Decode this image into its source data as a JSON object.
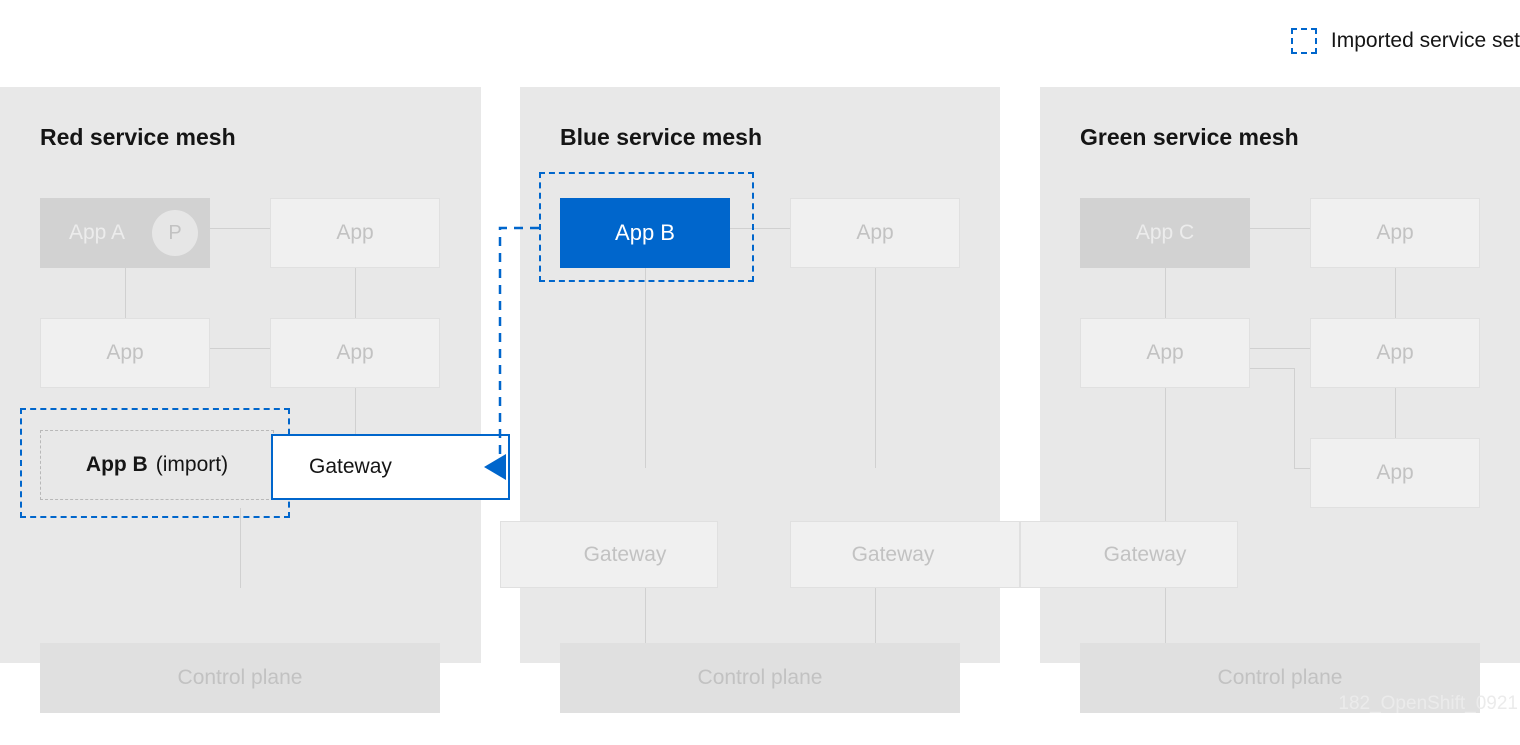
{
  "legend": {
    "icon": "dashed-square-icon",
    "label": "Imported service set",
    "color": "#0066cc"
  },
  "watermark": "182_OpenShift_0921",
  "colors": {
    "accent": "#0066cc",
    "panel_bg": "#e8e8e8",
    "node_bg": "#f0f0f0",
    "node_dark_bg": "#d2d2d2",
    "control_plane_bg": "#e0e0e0",
    "muted_text": "#c2c2c2",
    "title_text": "#151515"
  },
  "meshes": [
    {
      "id": "red",
      "title": "Red service mesh",
      "nodes": {
        "app_a": "App A",
        "app_a_badge": "P",
        "app_top_right": "App",
        "app_mid_left": "App",
        "app_mid_right": "App",
        "gateway": "Gateway",
        "control_plane": "Control plane"
      },
      "import_group": {
        "label_bold": "App B",
        "label_regular": "(import)"
      }
    },
    {
      "id": "blue",
      "title": "Blue service mesh",
      "nodes": {
        "app_b": "App B",
        "app_top_right": "App",
        "gateway_left": "Gateway",
        "gateway_right": "Gateway",
        "control_plane": "Control plane"
      }
    },
    {
      "id": "green",
      "title": "Green service mesh",
      "nodes": {
        "app_c": "App C",
        "app_top_right": "App",
        "app_mid_left": "App",
        "app_mid_right": "App",
        "app_bottom_right": "App",
        "gateway": "Gateway",
        "control_plane": "Control plane"
      }
    }
  ]
}
